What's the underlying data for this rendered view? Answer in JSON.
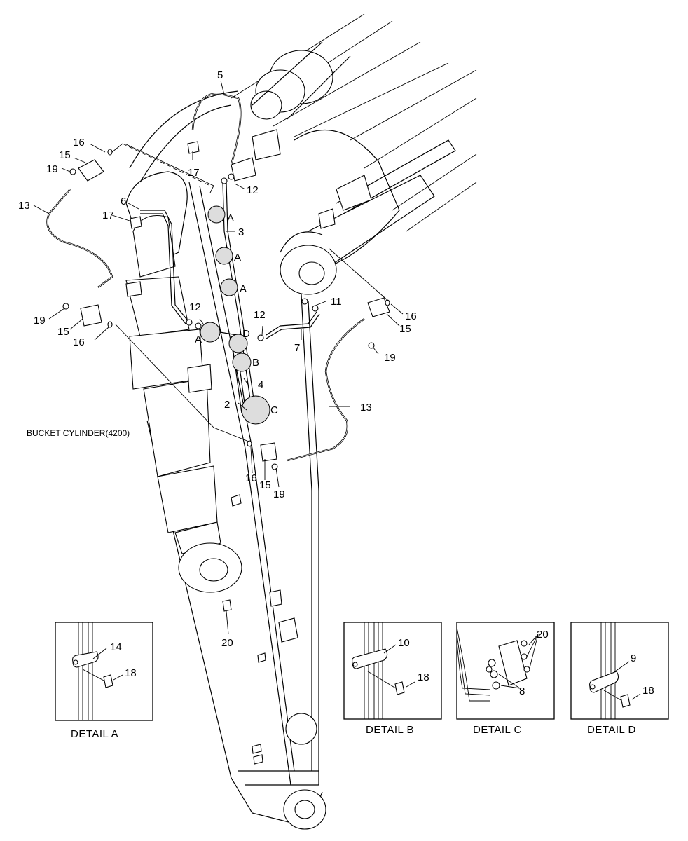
{
  "title": "BUCKET CYLINDER(4200)",
  "callouts": {
    "c2": "2",
    "c3": "3",
    "c4": "4",
    "c5": "5",
    "c6": "6",
    "c7": "7",
    "c11": "11",
    "c12a": "12",
    "c12b": "12",
    "c12c": "12",
    "c13a": "13",
    "c13b": "13",
    "c15a": "15",
    "c15b": "15",
    "c15c": "15",
    "c15d": "15",
    "c16a": "16",
    "c16b": "16",
    "c16c": "16",
    "c16d": "16",
    "c17a": "17",
    "c17b": "17",
    "c19a": "19",
    "c19b": "19",
    "c19c": "19",
    "c19d": "19",
    "c20": "20"
  },
  "detail_refs": {
    "a1": "A",
    "a2": "A",
    "a3": "A",
    "a4": "A",
    "b": "B",
    "c": "C",
    "d": "D"
  },
  "details": [
    {
      "caption": "DETAIL  A",
      "labels": [
        "14",
        "18"
      ]
    },
    {
      "caption": "DETAIL  B",
      "labels": [
        "10",
        "18"
      ]
    },
    {
      "caption": "DETAIL  C",
      "labels": [
        "20",
        "8"
      ]
    },
    {
      "caption": "DETAIL  D",
      "labels": [
        "9",
        "18"
      ]
    }
  ]
}
